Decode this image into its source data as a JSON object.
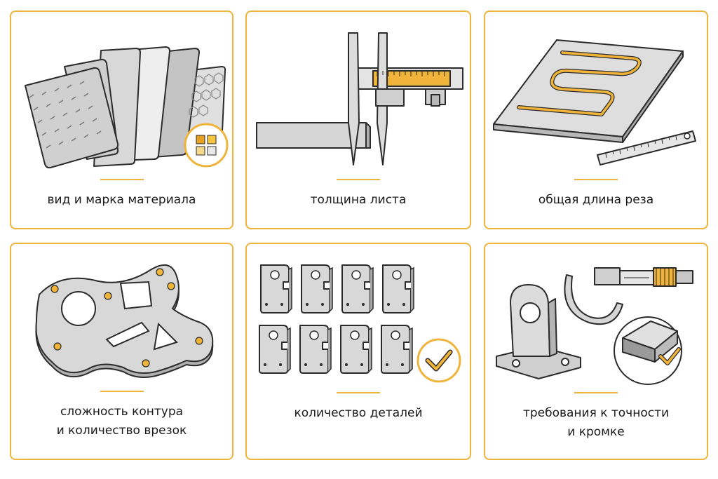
{
  "colors": {
    "accent": "#f1b43a",
    "metal": "#d4d4d4",
    "outline": "#2b2b2b",
    "text": "#1a1a1a"
  },
  "cards": [
    {
      "caption": [
        "вид и марка материала"
      ],
      "icon": "metal-sheets-icon"
    },
    {
      "caption": [
        "толщина листа"
      ],
      "icon": "caliper-icon"
    },
    {
      "caption": [
        "общая длина реза"
      ],
      "icon": "cut-path-icon"
    },
    {
      "caption": [
        "сложность контура",
        "и количество врезок"
      ],
      "icon": "contour-part-icon"
    },
    {
      "caption": [
        "количество деталей"
      ],
      "icon": "parts-batch-icon"
    },
    {
      "caption": [
        "требования к точности",
        "и кромке"
      ],
      "icon": "micrometer-icon"
    }
  ]
}
